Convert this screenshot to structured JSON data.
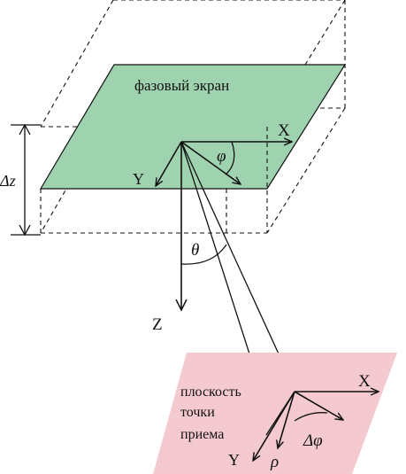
{
  "colors": {
    "phase_screen_fill": "#9fd3b0",
    "receiver_plane_fill": "#f4c9d0",
    "line": "#111111"
  },
  "labels": {
    "phase_screen": "фазовый экран",
    "receiver_plane_line1": "плоскость",
    "receiver_plane_line2": "точки",
    "receiver_plane_line3": "приема",
    "delta_z": "Δz",
    "axis_x": "X",
    "axis_y": "Y",
    "axis_z": "Z",
    "phi": "φ",
    "theta": "θ",
    "rho": "ρ",
    "delta_phi": "Δφ",
    "axis_x2": "X",
    "axis_y2": "Y"
  }
}
